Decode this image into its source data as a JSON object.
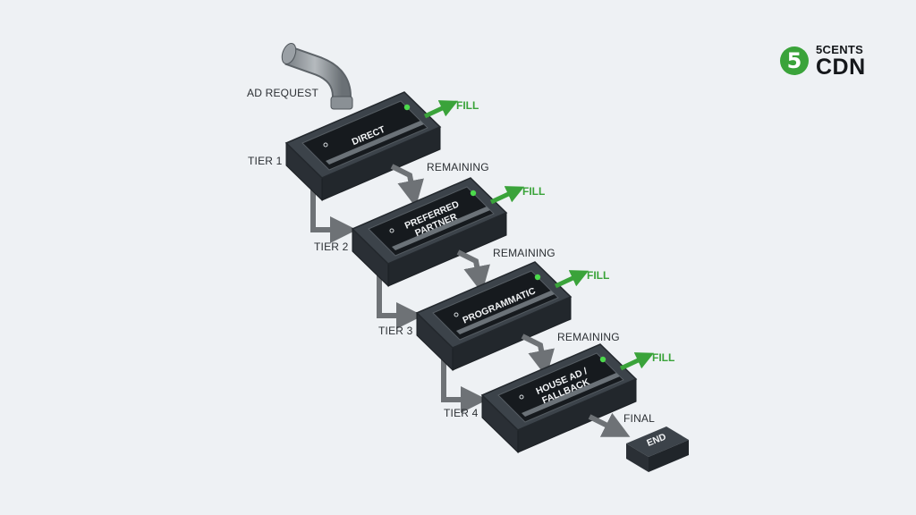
{
  "logo": {
    "badge": "5",
    "line1": "5CENTS",
    "line2": "CDN"
  },
  "labels": {
    "ad_request": "AD REQUEST",
    "fill": "FILL",
    "remaining": "REMAINING",
    "final": "FINAL",
    "end": "END"
  },
  "tiers": [
    {
      "tier": "TIER 1",
      "name_lines": [
        "DIRECT"
      ]
    },
    {
      "tier": "TIER 2",
      "name_lines": [
        "PREFERRED",
        "PARTNER"
      ]
    },
    {
      "tier": "TIER 3",
      "name_lines": [
        "PROGRAMMATIC"
      ]
    },
    {
      "tier": "TIER 4",
      "name_lines": [
        "HOUSE AD /",
        "FALLBACK"
      ]
    }
  ],
  "colors": {
    "box_dark": "#2e3339",
    "box_top": "#3c434a",
    "screen": "#161a1e",
    "arrow_gray": "#6e7276",
    "fill_green": "#3aa33a",
    "status_led": "#4cd94c"
  }
}
